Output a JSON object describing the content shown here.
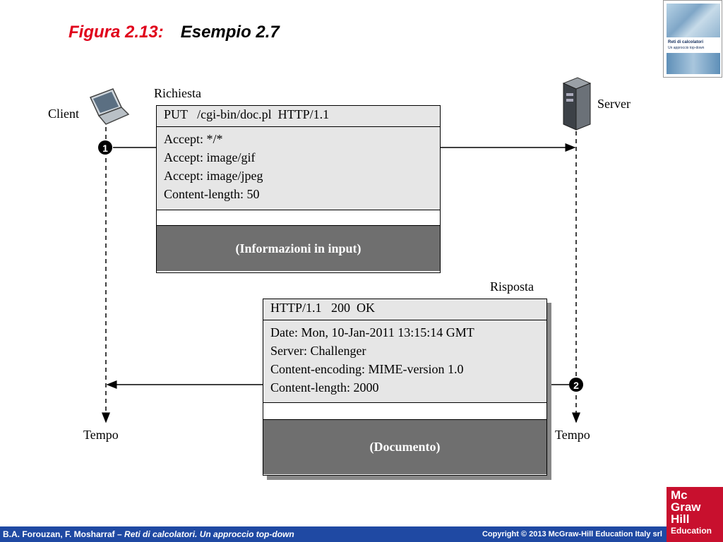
{
  "title": {
    "figure": "Figura 2.13:",
    "name": "Esempio 2.7"
  },
  "book_cover": {
    "title": "Reti di calcolatori",
    "subtitle": "Un approccio top-down"
  },
  "diagram": {
    "client_label": "Client",
    "server_label": "Server",
    "request_label": "Richiesta",
    "response_label": "Risposta",
    "time_label_left": "Tempo",
    "time_label_right": "Tempo",
    "step1": "1",
    "step2": "2",
    "request": {
      "header": "PUT   /cgi-bin/doc.pl  HTTP/1.1",
      "lines": [
        "Accept: */*",
        "Accept: image/gif",
        "Accept: image/jpeg",
        "Content-length: 50"
      ],
      "body": "(Informazioni in input)"
    },
    "response": {
      "header": "HTTP/1.1   200  OK",
      "lines": [
        "Date: Mon, 10-Jan-2011 13:15:14 GMT",
        "Server: Challenger",
        "Content-encoding: MIME-version 1.0",
        "Content-length: 2000"
      ],
      "body": "(Documento)"
    }
  },
  "footer": {
    "authors": "B.A. Forouzan, F. Mosharraf – ",
    "book": "Reti di calcolatori. Un approccio top-down",
    "copyright": "Copyright © 2013 McGraw-Hill Education Italy srl"
  },
  "logo": {
    "line1": "Mc",
    "line2": "Graw",
    "line3": "Hill",
    "line4": "Education"
  }
}
